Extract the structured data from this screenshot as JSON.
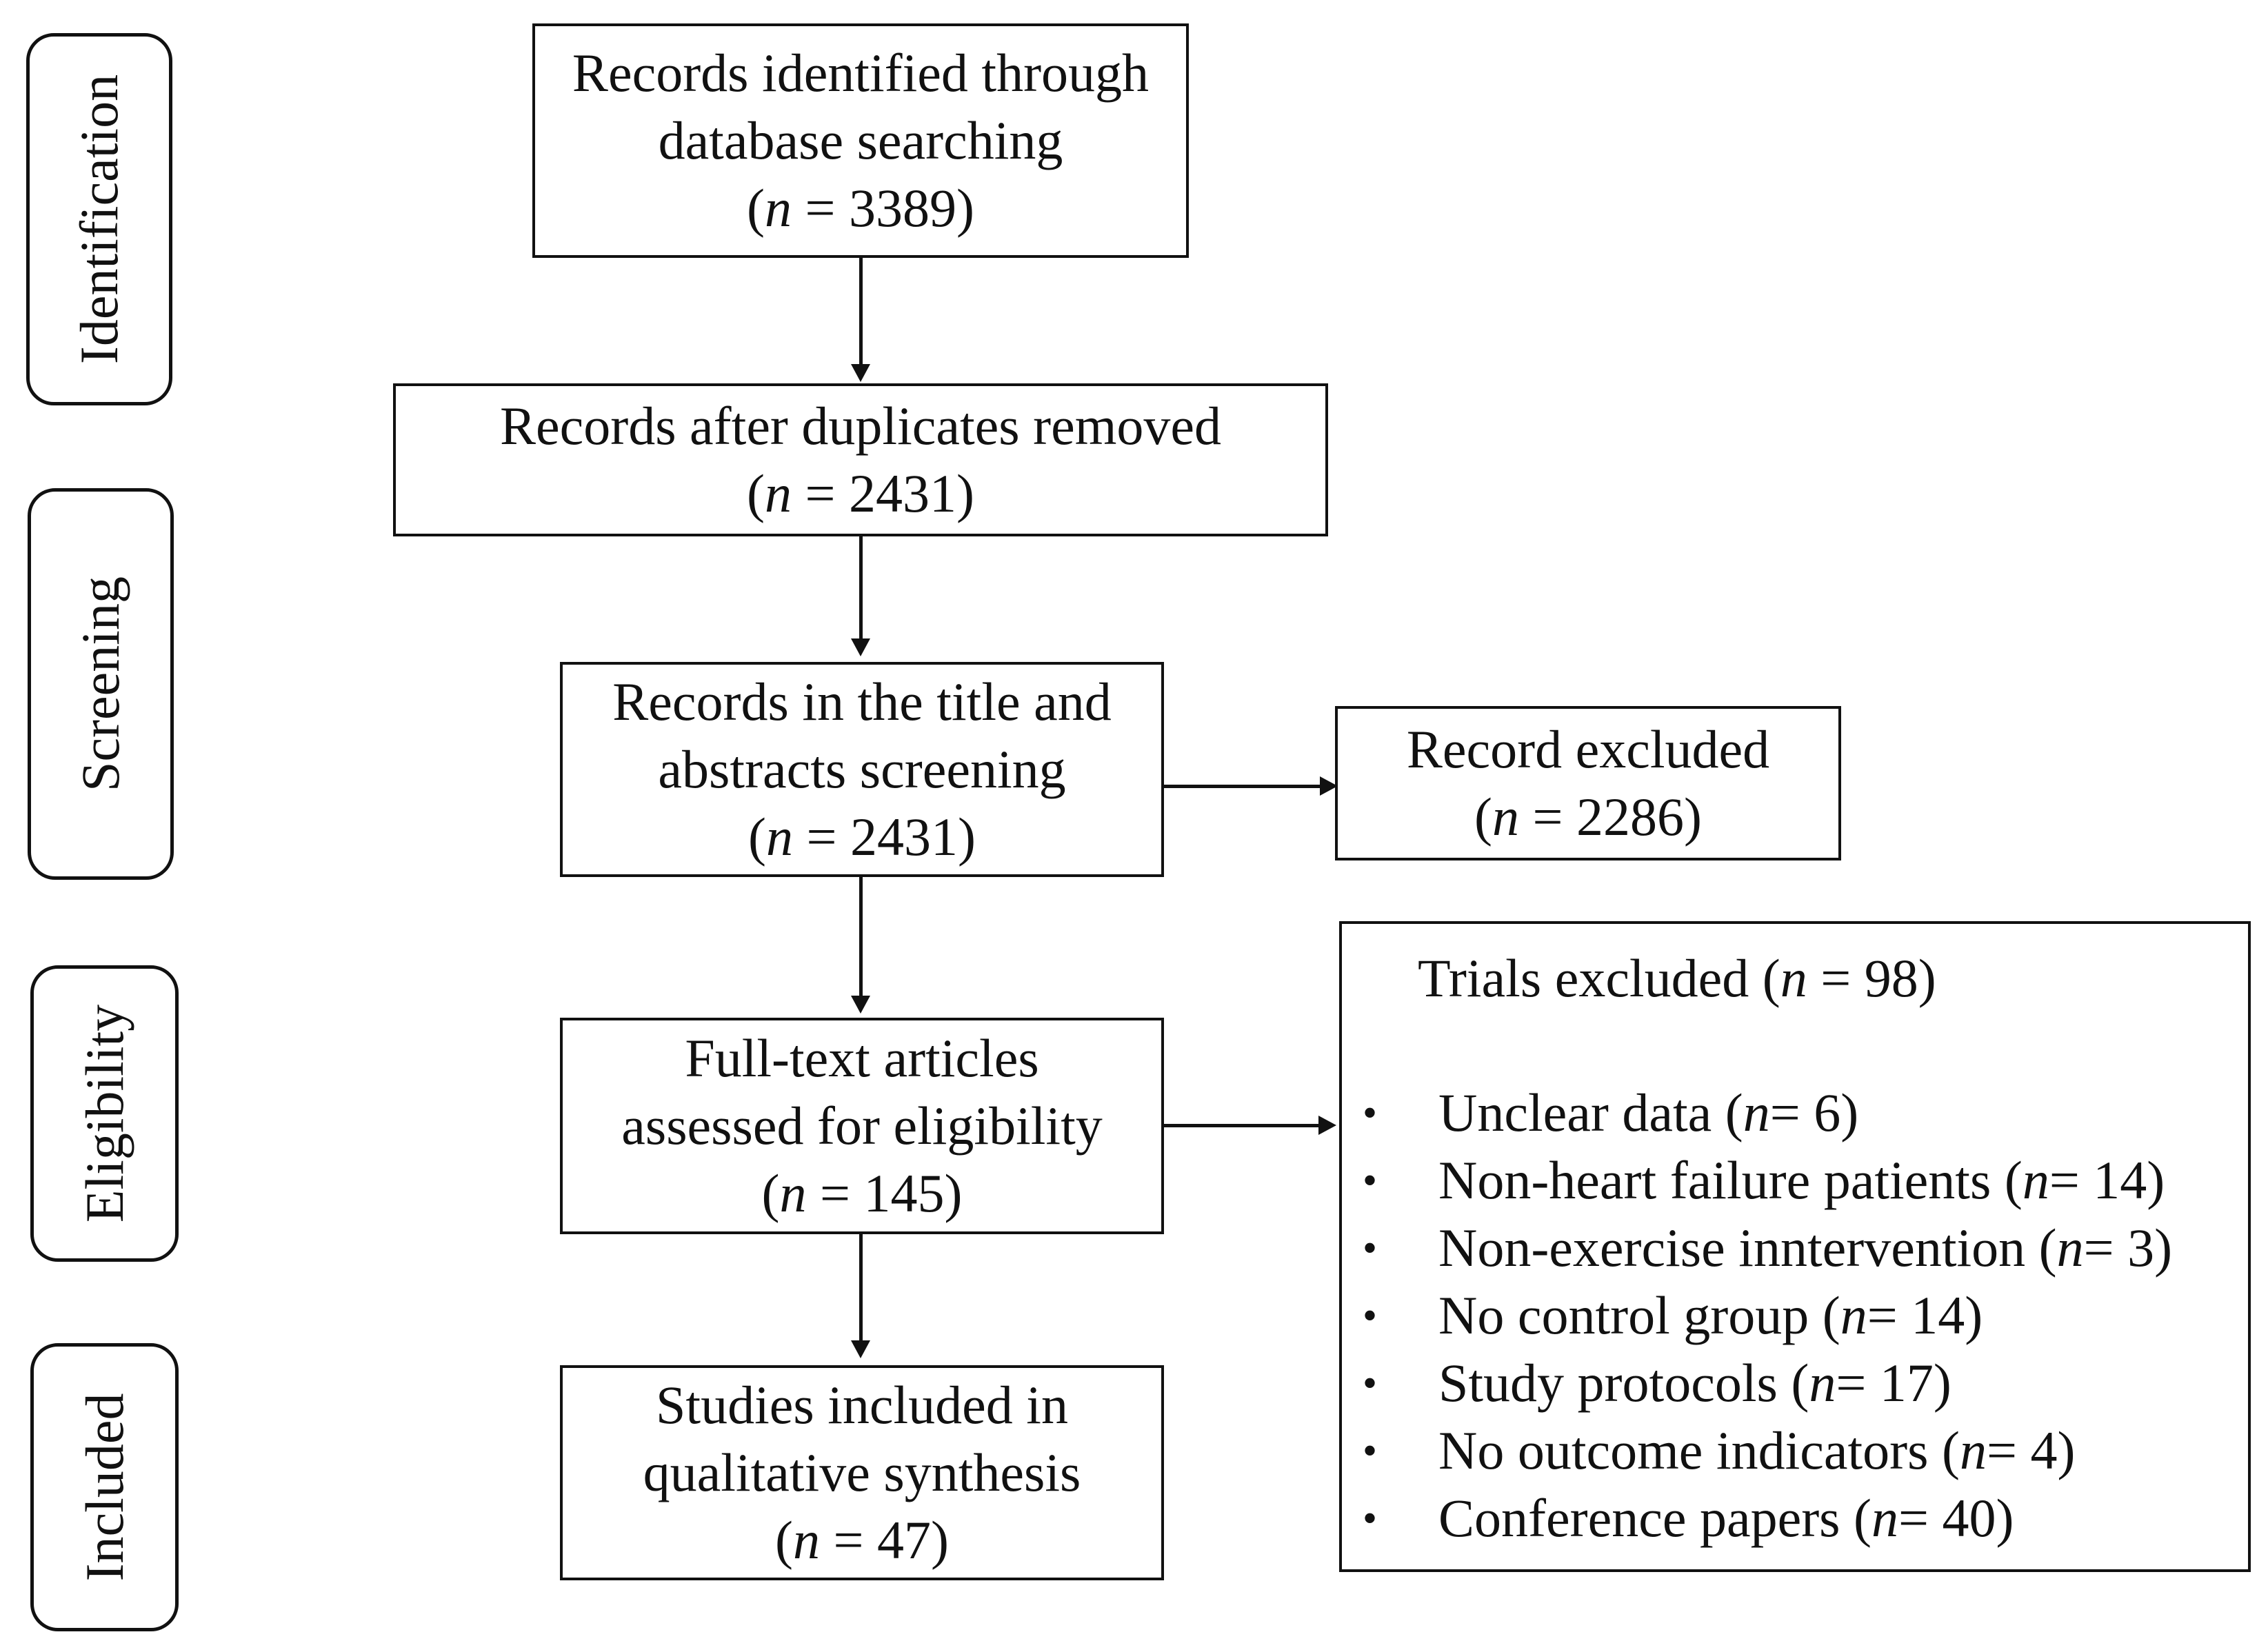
{
  "stages": {
    "identification": "Identification",
    "screening": "Screening",
    "eligibility": "Eligibility",
    "included": "Included"
  },
  "boxes": {
    "identified": {
      "line1": "Records identified through",
      "line2": "database searching",
      "n_prefix": "(",
      "n_symbol": "n",
      "n_suffix": " = 3389)"
    },
    "deduplicated": {
      "line1": "Records after duplicates removed",
      "n_prefix": "(",
      "n_symbol": "n",
      "n_suffix": " = 2431)"
    },
    "screened": {
      "line1": "Records in the title and",
      "line2": "abstracts screening",
      "n_prefix": "(",
      "n_symbol": "n",
      "n_suffix": " = 2431)"
    },
    "record_excluded": {
      "line1": "Record excluded",
      "n_prefix": "(",
      "n_symbol": "n",
      "n_suffix": " = 2286)"
    },
    "full_text": {
      "line1": "Full-text articles",
      "line2": "assessed for eligibility",
      "n_prefix": "(",
      "n_symbol": "n",
      "n_suffix": " = 145)"
    },
    "included": {
      "line1": "Studies included in",
      "line2": "qualitative synthesis",
      "n_prefix": "(",
      "n_symbol": "n",
      "n_suffix": " = 47)"
    }
  },
  "trials_excluded": {
    "title_prefix": "Trials excluded (",
    "title_symbol": "n",
    "title_suffix": " = 98)",
    "bullet": "•",
    "items": [
      {
        "label": "Unclear data (",
        "symbol": "n",
        "value": " = 6)"
      },
      {
        "label": "Non-heart failure patients (",
        "symbol": "n",
        "value": " = 14)"
      },
      {
        "label": "Non-exercise inntervention (",
        "symbol": "n",
        "value": " = 3)"
      },
      {
        "label": "No control group (",
        "symbol": "n",
        "value": " = 14)"
      },
      {
        "label": "Study protocols (",
        "symbol": "n",
        "value": " = 17)"
      },
      {
        "label": "No outcome indicators (",
        "symbol": "n",
        "value": " = 4)"
      },
      {
        "label": "Conference papers (",
        "symbol": "n",
        "value": " = 40)"
      }
    ]
  }
}
